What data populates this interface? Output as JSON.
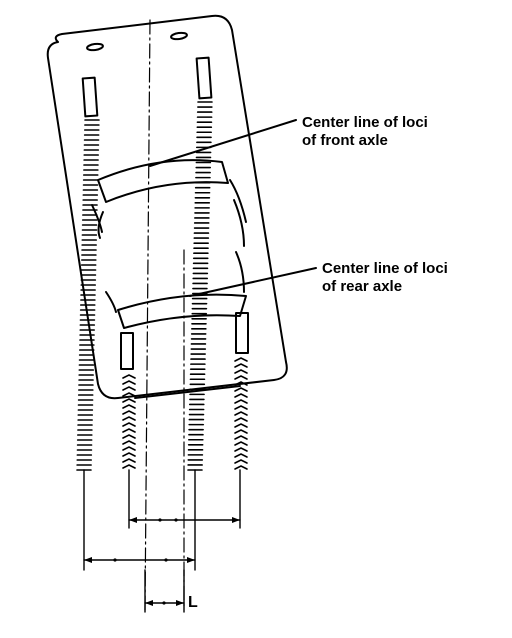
{
  "labels": {
    "front_axle_line1": "Center line of loci",
    "front_axle_line2": "of front axle",
    "rear_axle_line1": "Center line of loci",
    "rear_axle_line2": "of rear axle",
    "offset": "L"
  },
  "colors": {
    "ink": "#000000",
    "paper": "#ffffff"
  }
}
